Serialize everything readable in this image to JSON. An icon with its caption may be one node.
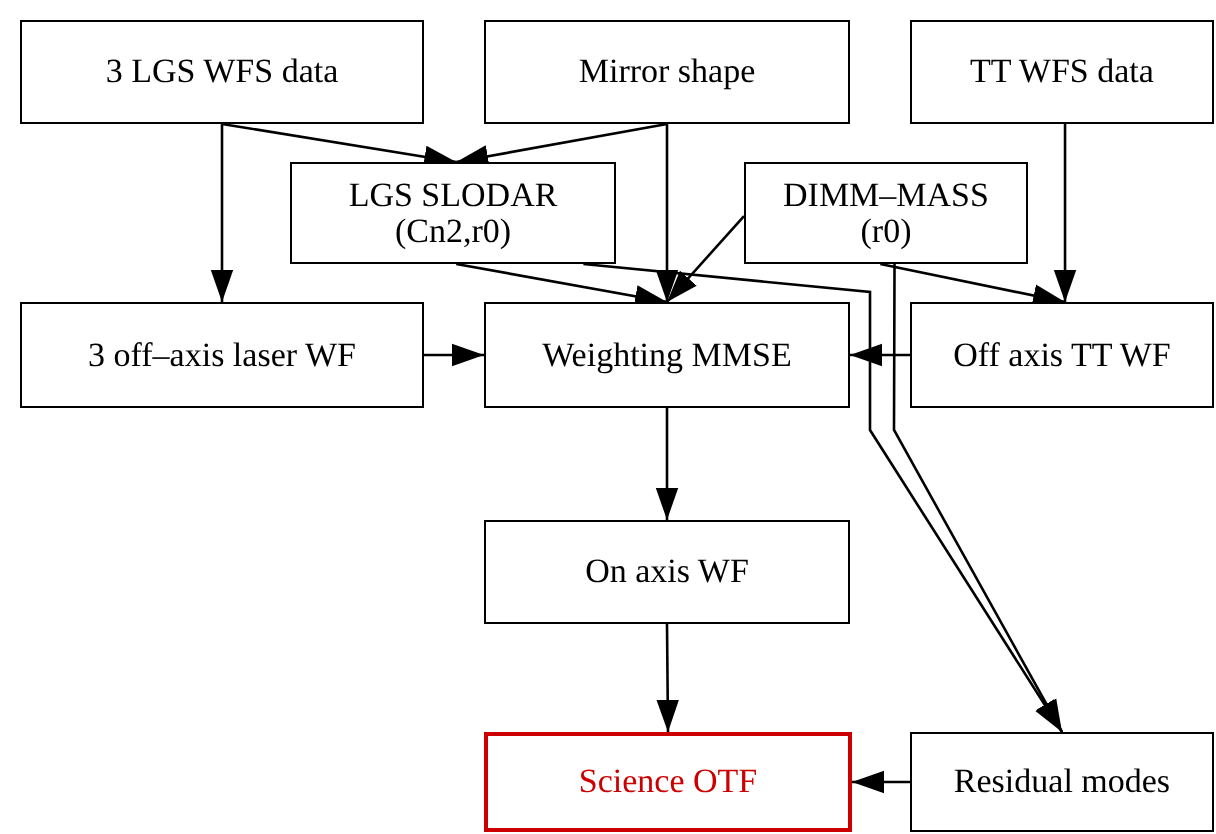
{
  "diagram": {
    "nodes": [
      {
        "text": [
          "3 LGS WFS data"
        ]
      },
      {
        "text": [
          "Mirror shape"
        ]
      },
      {
        "text": [
          "TT WFS data"
        ]
      },
      {
        "text": [
          "LGS SLODAR (Cn2,r0)"
        ]
      },
      {
        "text": [
          "DIMM–MASS (r0)"
        ]
      },
      {
        "text": [
          "3 off–axis laser WF"
        ]
      },
      {
        "text": [
          "Weighting MMSE"
        ]
      },
      {
        "text": [
          "Off axis TT WF"
        ]
      },
      {
        "text": [
          "On axis WF"
        ]
      },
      {
        "text": [
          "Science OTF"
        ]
      },
      {
        "text": [
          "Residual modes"
        ]
      }
    ],
    "edges": [
      {
        "from": 0,
        "to": 3,
        "arrow": "to"
      },
      {
        "from": 1,
        "to": 3,
        "arrow": "to"
      },
      {
        "from": 0,
        "to": 5,
        "arrow": "to"
      },
      {
        "from": 1,
        "to": 6,
        "arrow": "to"
      },
      {
        "from": 2,
        "to": 7,
        "arrow": "to"
      },
      {
        "from": 3,
        "to": 6,
        "arrow": "to"
      },
      {
        "from": 4,
        "to": 6,
        "arrow": "to"
      },
      {
        "from": 4,
        "to": 7,
        "arrow": "to"
      },
      {
        "from": 5,
        "to": 6,
        "arrow": "to"
      },
      {
        "from": 7,
        "to": 6,
        "arrow": "to"
      },
      {
        "from": 6,
        "to": 8,
        "arrow": "to"
      },
      {
        "from": 3,
        "to": 10,
        "arrow": "to"
      },
      {
        "from": 4,
        "to": 10,
        "arrow": "to"
      },
      {
        "from": 8,
        "to": 9,
        "arrow": "to"
      },
      {
        "from": 10,
        "to": 9,
        "arrow": "to"
      }
    ]
  }
}
